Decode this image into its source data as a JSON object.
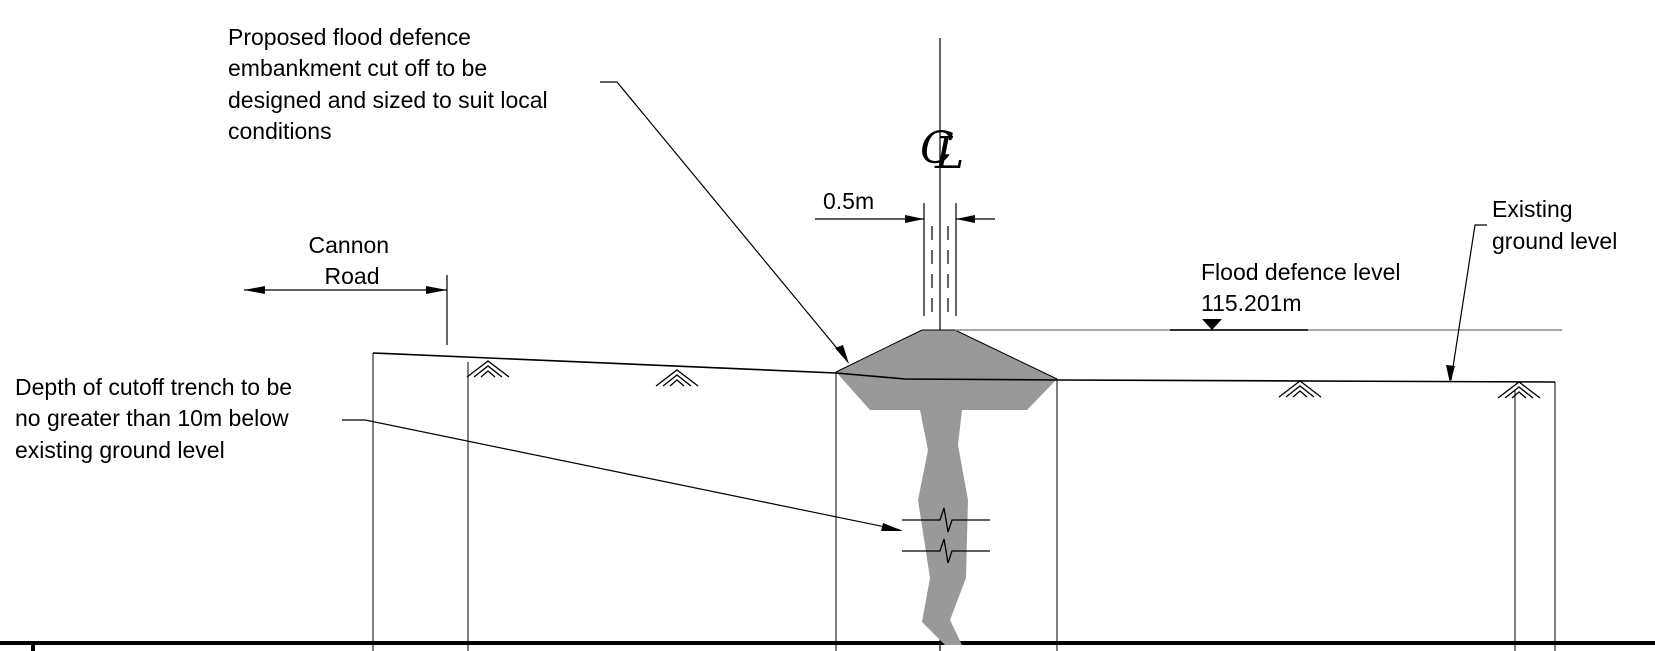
{
  "annotations": {
    "embankment_note": [
      "Proposed flood defence",
      "embankment cut off to be",
      "designed and sized to suit local",
      "conditions"
    ],
    "depth_note": [
      "Depth of cutoff trench to be",
      "no greater than 10m below",
      "existing ground level"
    ],
    "road_label": [
      "Cannon",
      "Road"
    ],
    "crest_width": "0.5m",
    "existing_ground": [
      "Existing",
      "ground level"
    ],
    "flood_level_title": "Flood defence level",
    "flood_level_value": "115.201m"
  },
  "symbols": {
    "centreline": "centreline-symbol",
    "water_level": "level-triangle-marker",
    "ground_hatch": "ground-hatch-symbol",
    "break_line": "break-line-symbol"
  },
  "colors": {
    "line": "#000000",
    "embankment_fill": "#999999",
    "level_line": "#8c8c8c"
  }
}
